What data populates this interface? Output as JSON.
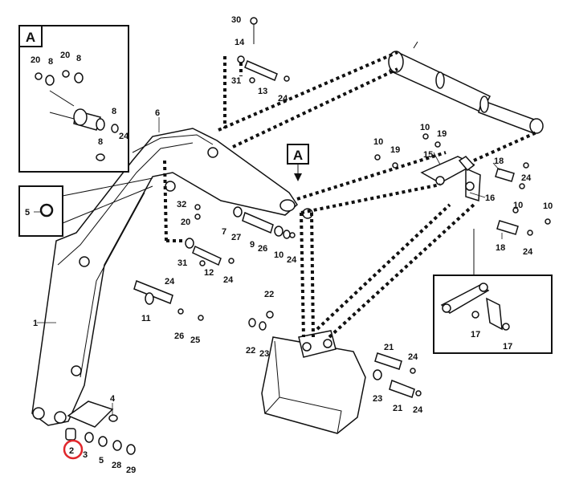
{
  "diagram": {
    "callout_letter": "A",
    "marker_letter": "A",
    "highlight_color": "#e0262b",
    "highlighted_label": "2",
    "part_labels": {
      "p1": "1",
      "p2": "2",
      "p3": "3",
      "p4": "4",
      "p5a": "5",
      "p5b": "5",
      "p6": "6",
      "p7": "7",
      "p8a": "8",
      "p8b": "8",
      "p8c": "8",
      "p8d": "8",
      "p9": "9",
      "p10a": "10",
      "p10b": "10",
      "p10c": "10",
      "p10d": "10",
      "p10e": "10",
      "p11": "11",
      "p12": "12",
      "p13": "13",
      "p14": "14",
      "p15": "15",
      "p16": "16",
      "p17a": "17",
      "p17b": "17",
      "p18a": "18",
      "p18b": "18",
      "p19a": "19",
      "p19b": "19",
      "p20a": "20",
      "p20b": "20",
      "p20c": "20",
      "p21a": "21",
      "p21b": "21",
      "p22a": "22",
      "p22b": "22",
      "p23a": "23",
      "p23b": "23",
      "p24a": "24",
      "p24b": "24",
      "p24c": "24",
      "p24d": "24",
      "p24e": "24",
      "p24f": "24",
      "p24g": "24",
      "p24h": "24",
      "p24i": "24",
      "p25": "25",
      "p26a": "26",
      "p26b": "26",
      "p27": "27",
      "p28": "28",
      "p29": "29",
      "p30": "30",
      "p31a": "31",
      "p31b": "31",
      "p32": "32"
    }
  }
}
